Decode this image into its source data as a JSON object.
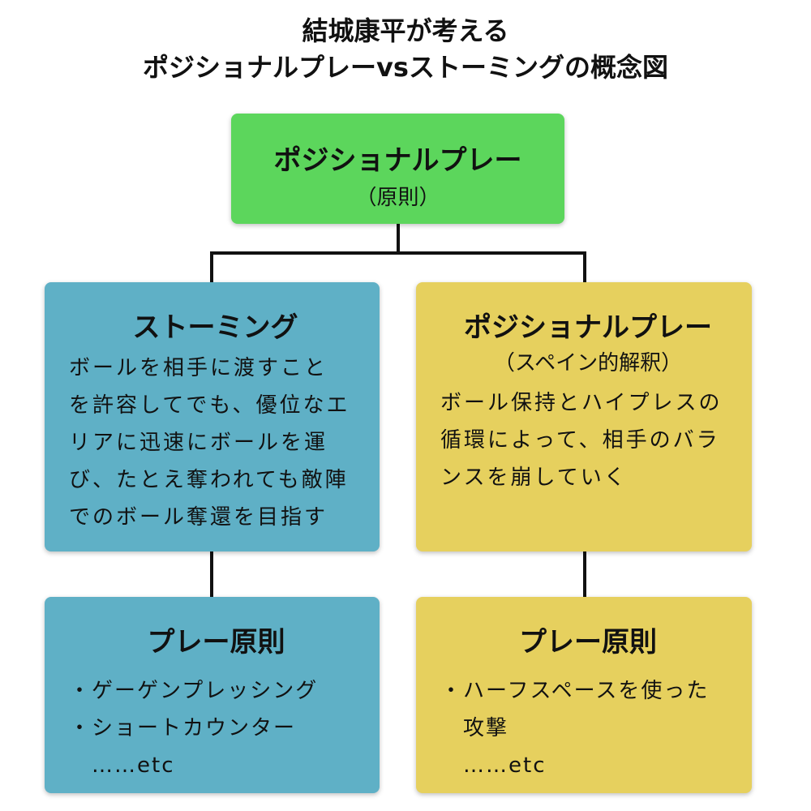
{
  "title": {
    "line1": "結城康平が考える",
    "line2": "ポジショナルプレーvsストーミングの概念図"
  },
  "colors": {
    "green": "#5cd65c",
    "blue": "#5fb0c6",
    "yellow": "#e6d05e",
    "line": "#111111"
  },
  "top": {
    "heading": "ポジショナルプレー",
    "sub": "（原則）"
  },
  "left": {
    "heading": "ストーミング",
    "body_lines": [
      "ボールを相手に渡すこと",
      "を許容してでも、優位なエ",
      "リアに迅速にボールを運",
      "び、たとえ奪われても敵陣",
      "でのボール奪還を目指す"
    ]
  },
  "right": {
    "heading": "ポジショナルプレー",
    "sub": "（スペイン的解釈）",
    "body_lines": [
      "ボール保持とハイプレスの",
      "循環によって、相手のバラ",
      "ンスを崩していく"
    ]
  },
  "left_bottom": {
    "heading": "プレー原則",
    "items": [
      "・ゲーゲンプレッシング",
      "・ショートカウンター",
      "……etc"
    ]
  },
  "right_bottom": {
    "heading": "プレー原則",
    "items": [
      "・ハーフスペースを使った",
      "攻撃",
      "……etc"
    ]
  }
}
